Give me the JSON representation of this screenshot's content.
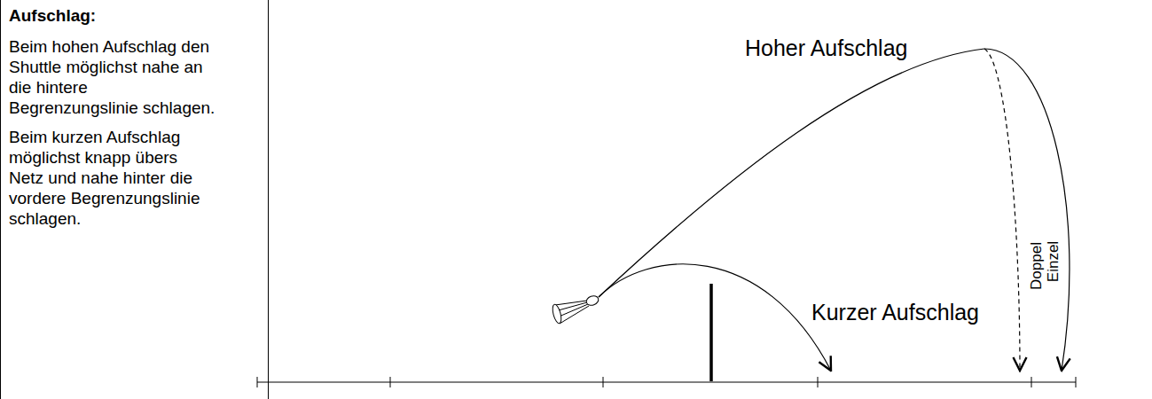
{
  "diagram": {
    "nodes": [
      {
        "text": [
          "Aufschlag:",
          "Beim hohen Aufschlag den Shuttle möglichst nahe an die hintere Begrenzungslinie schlagen.",
          "Beim kurzen Aufschlag möglichst knapp übers Netz und nahe hinter die vordere Begrenzungslinie schlagen."
        ]
      }
    ],
    "labels": [
      "Hoher Aufschlag",
      "Kurzer Aufschlag",
      "Doppel",
      "Einzel"
    ]
  }
}
